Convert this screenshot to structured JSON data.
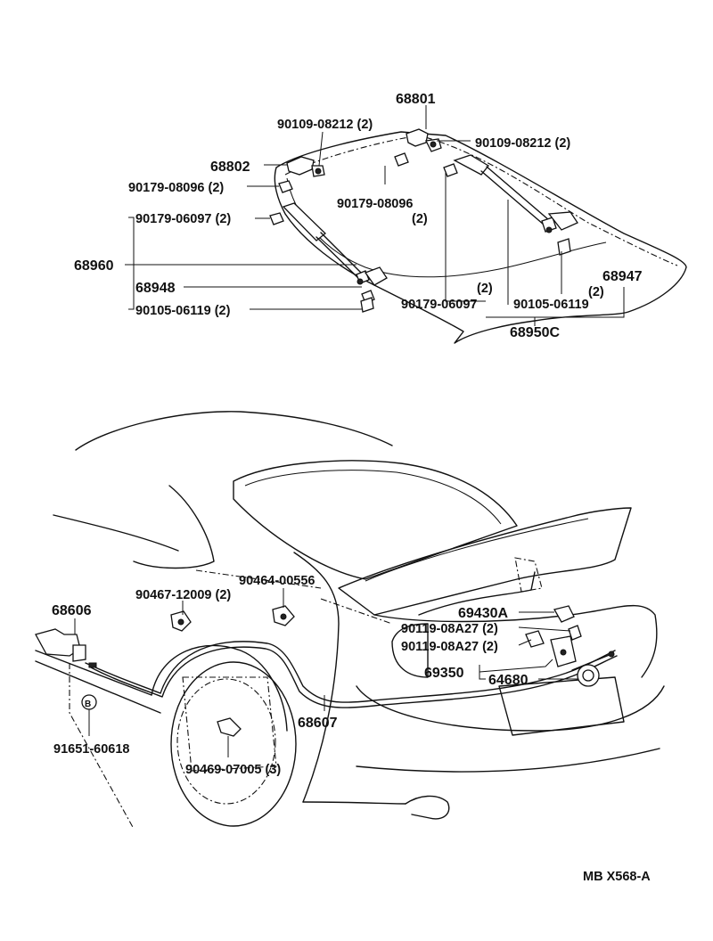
{
  "upper_assembly": {
    "labels": {
      "p68801": "68801",
      "p90109_left": "90109-08212 (2)",
      "p90109_right": "90109-08212 (2)",
      "p68802": "68802",
      "p90179_08096_left": "90179-08096 (2)",
      "p90179_08096_mid": "90179-08096",
      "p90179_08096_mid_qty": "(2)",
      "p90179_06097_left": "90179-06097 (2)",
      "p68960": "68960",
      "p68948": "68948",
      "p90105_left": "90105-06119 (2)",
      "p68947": "68947",
      "p68947_qty": "(2)",
      "p90179_06097_right": "90179-06097",
      "p90179_06097_right_qty": "(2)",
      "p90105_right": "90105-06119",
      "p68950C": "68950C"
    }
  },
  "lower_assembly": {
    "labels": {
      "p68606": "68606",
      "p90467": "90467-12009 (2)",
      "p90464": "90464-00556",
      "p69430A": "69430A",
      "p90119_a": "90119-08A27 (2)",
      "p90119_b": "90119-08A27 (2)",
      "p69350": "69350",
      "p64680": "64680",
      "p68607": "68607",
      "p91651": "91651-60618",
      "p90469": "90469-07005 (3)",
      "marker_b": "B"
    }
  },
  "footer": {
    "code": "MB X568-A"
  }
}
